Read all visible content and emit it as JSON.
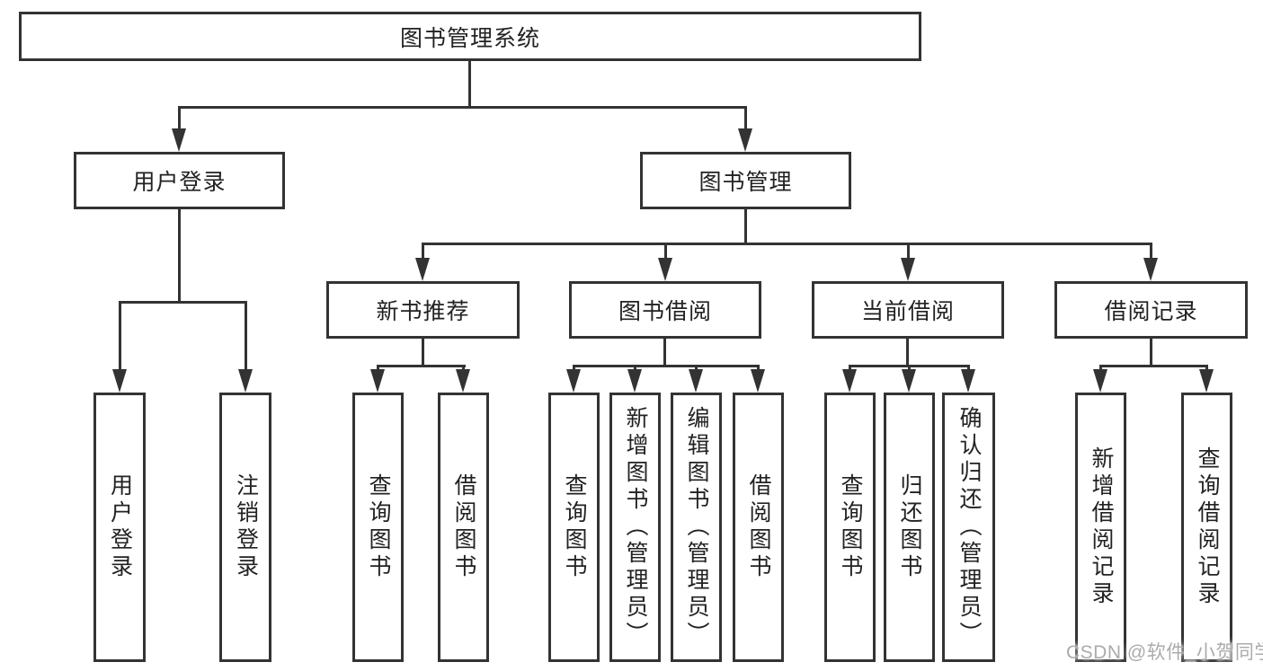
{
  "diagram": {
    "root": {
      "label": "图书管理系统"
    },
    "branches": [
      {
        "label": "用户登录",
        "children": [
          {
            "label": "用户登录"
          },
          {
            "label": "注销登录"
          }
        ]
      },
      {
        "label": "图书管理",
        "children": [
          {
            "label": "新书推荐",
            "children": [
              {
                "label": "查询图书"
              },
              {
                "label": "借阅图书"
              }
            ]
          },
          {
            "label": "图书借阅",
            "children": [
              {
                "label": "查询图书"
              },
              {
                "label": "新增图书（管理员）"
              },
              {
                "label": "编辑图书（管理员）"
              },
              {
                "label": "借阅图书"
              }
            ]
          },
          {
            "label": "当前借阅",
            "children": [
              {
                "label": "查询图书"
              },
              {
                "label": "归还图书"
              },
              {
                "label": "确认归还（管理员）"
              }
            ]
          },
          {
            "label": "借阅记录",
            "children": [
              {
                "label": "新增借阅记录"
              },
              {
                "label": "查询借阅记录"
              }
            ]
          }
        ]
      }
    ]
  },
  "watermark": {
    "text": "CSDN @软件_小贺同学"
  },
  "colors": {
    "line": "#333333",
    "text": "#222222",
    "background": "#ffffff",
    "watermark": "#ababab"
  }
}
